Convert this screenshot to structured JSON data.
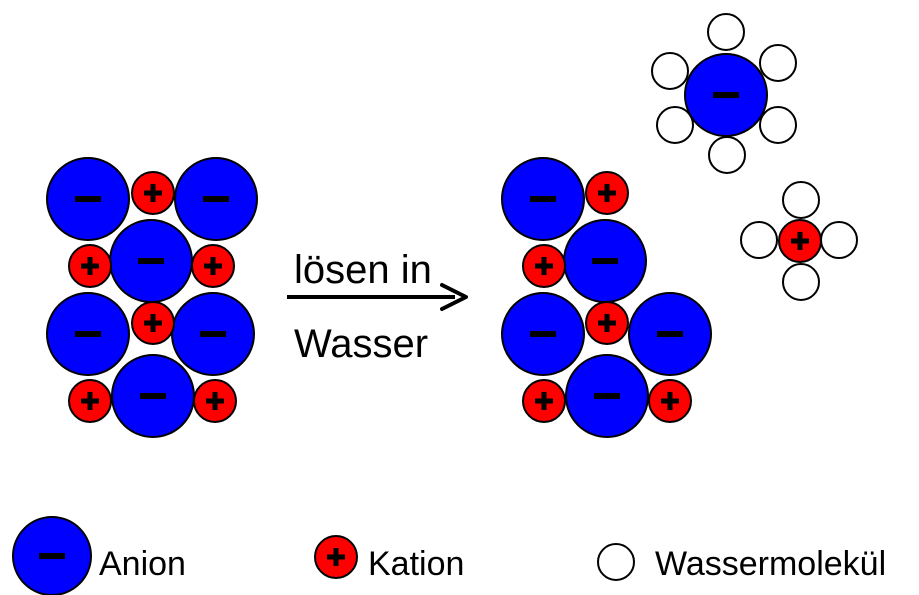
{
  "colors": {
    "anion_fill": "#0000ff",
    "cation_fill": "#ff0000",
    "water_fill": "#ffffff",
    "outline": "#000000",
    "text": "#000000"
  },
  "process": {
    "arrow_label_line1": "lösen in",
    "arrow_label_line2": "Wasser"
  },
  "legend": {
    "anion_label": "Anion",
    "cation_label": "Kation",
    "water_label": "Wassermolekül"
  },
  "symbols": {
    "anion_sign": "minus",
    "cation_sign": "plus"
  }
}
